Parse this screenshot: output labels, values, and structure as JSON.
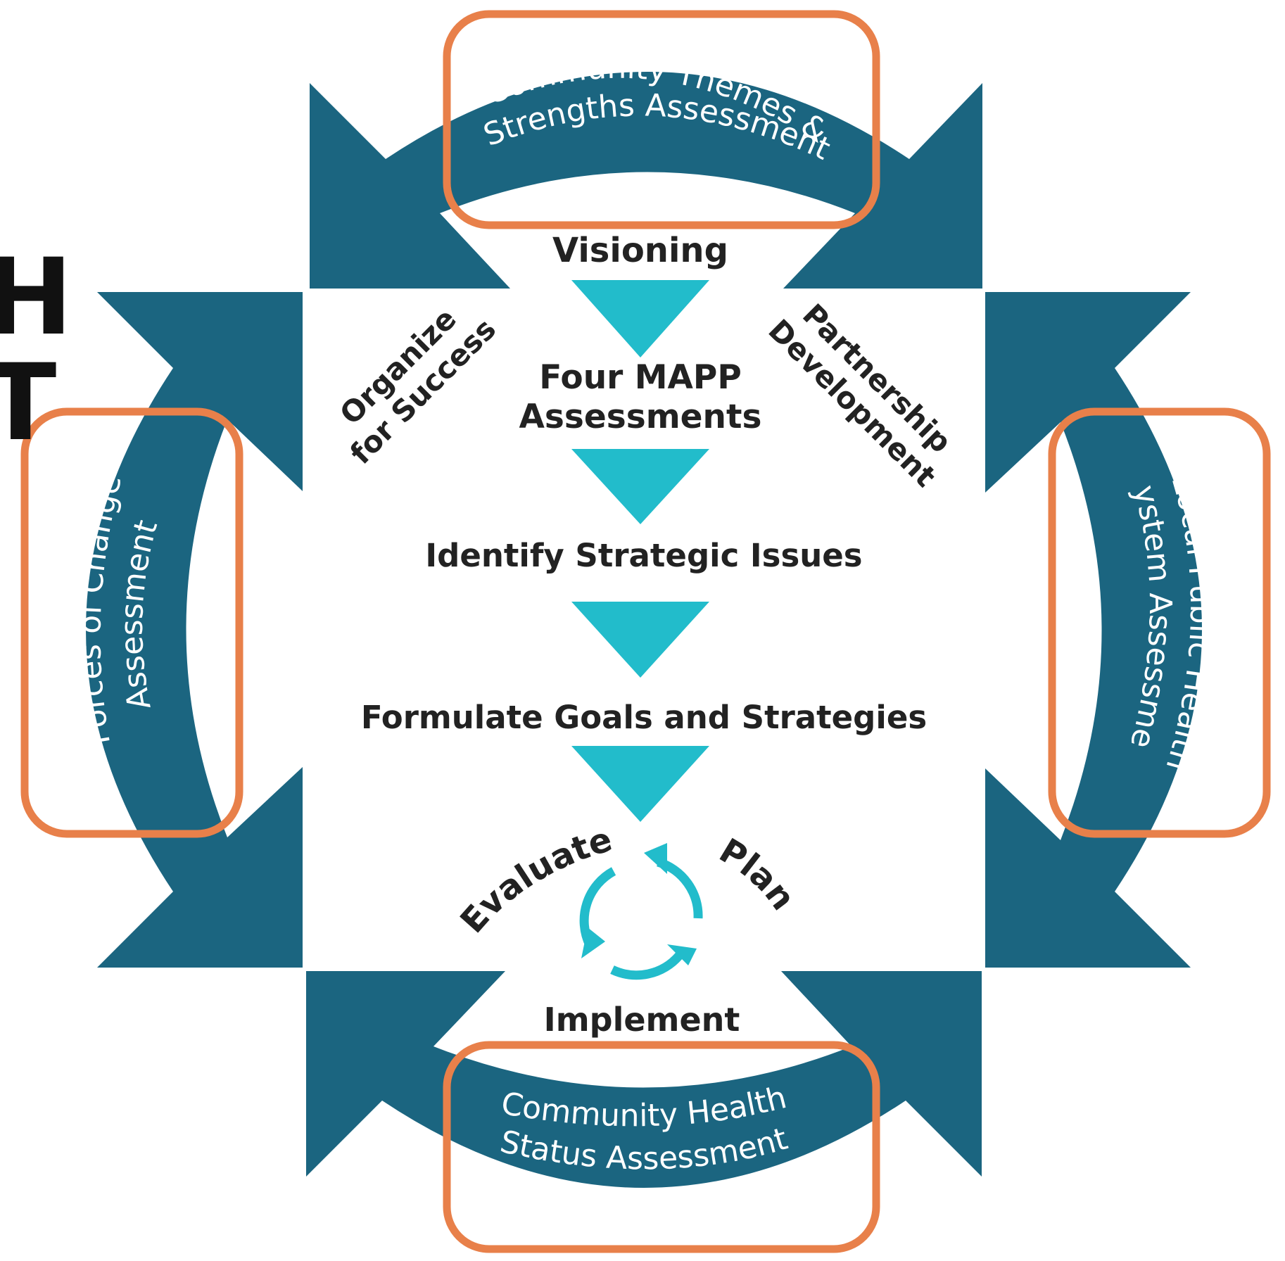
{
  "colors": {
    "ring": "#1b6580",
    "accent": "#22bccb",
    "highlight": "#e8804a",
    "text": "#222222",
    "arc_text": "#ffffff"
  },
  "partial_heading": {
    "line1": "H",
    "line2": "T"
  },
  "steps": {
    "visioning": "Visioning",
    "assessments_line1": "Four MAPP",
    "assessments_line2": "Assessments",
    "strategic_issues": "Identify Strategic Issues",
    "goals": "Formulate Goals and Strategies",
    "implement": "Implement"
  },
  "cycle": {
    "evaluate": "Evaluate",
    "plan": "Plan"
  },
  "diagonals": {
    "organize_line1": "Organize",
    "organize_line2": "for Success",
    "partnership_line1": "Partnership",
    "partnership_line2": "Development"
  },
  "assessments": {
    "top_line1": "Community Themes &",
    "top_line2": "Strengths Assessment",
    "left_line1": "Forces of Change",
    "left_line2": "Assessment",
    "right_line1": "Local Public Health",
    "right_line2": "System Assessment",
    "bottom_line1": "Community Health",
    "bottom_line2": "Status Assessment"
  },
  "cycle_icon": "circular-arrows-icon"
}
